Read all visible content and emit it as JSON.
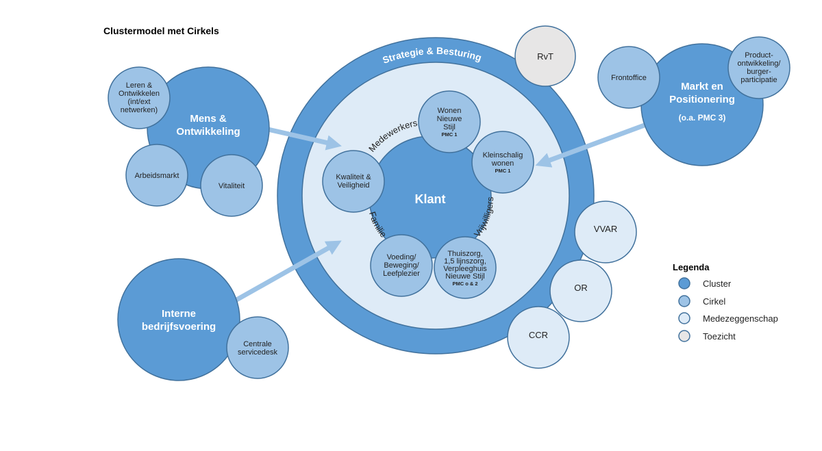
{
  "title": "Clustermodel met Cirkels",
  "colors": {
    "cluster": "#5b9bd5",
    "cirkel": "#9dc3e6",
    "medezeggenschap": "#deebf7",
    "toezicht": "#e7e6e6",
    "outline": "#41719c",
    "arrow": "#9dc3e6"
  },
  "ring": {
    "label": "Strategie & Besturing"
  },
  "center": {
    "label": "Klant",
    "arc_labels": {
      "top": "Medewerkers",
      "left": "Familie",
      "right": "Vrijwilligers"
    },
    "circles": [
      {
        "lines": [
          "Wonen",
          "Nieuwe",
          "Stijl"
        ],
        "sub": "PMC 1"
      },
      {
        "lines": [
          "Kleinschalig",
          "wonen"
        ],
        "sub": "PMC 1"
      },
      {
        "lines": [
          "Kwaliteit &",
          "Veiligheid"
        ]
      },
      {
        "lines": [
          "Voeding/",
          "Beweging/",
          "Leefplezier"
        ]
      },
      {
        "lines": [
          "Thuiszorg,",
          "1,5 lijnszorg,",
          "Verpleeghuis",
          "Nieuwe Stijl"
        ],
        "sub": "PMC o & 2"
      }
    ]
  },
  "clusters": {
    "mens": {
      "lines": [
        "Mens &",
        "Ontwikkeling"
      ],
      "circles": [
        [
          "Leren &",
          "Ontwikkelen",
          "(int/ext",
          "netwerken)"
        ],
        [
          "Arbeidsmarkt"
        ],
        [
          "Vitaliteit"
        ]
      ]
    },
    "interne": {
      "lines": [
        "Interne",
        "bedrijfsvoering"
      ],
      "circles": [
        [
          "Centrale",
          "servicedesk"
        ]
      ]
    },
    "markt": {
      "lines": [
        "Markt en",
        "Positionering"
      ],
      "sub": "(o.a. PMC 3)",
      "circles": [
        [
          "Frontoffice"
        ],
        [
          "Product-",
          "ontwikkeling/",
          "burger-",
          "participatie"
        ]
      ]
    }
  },
  "toezicht": [
    "RvT"
  ],
  "medezeggenschap": [
    "VVAR",
    "OR",
    "CCR"
  ],
  "legend": {
    "title": "Legenda",
    "items": [
      "Cluster",
      "Cirkel",
      "Medezeggenschap",
      "Toezicht"
    ]
  }
}
